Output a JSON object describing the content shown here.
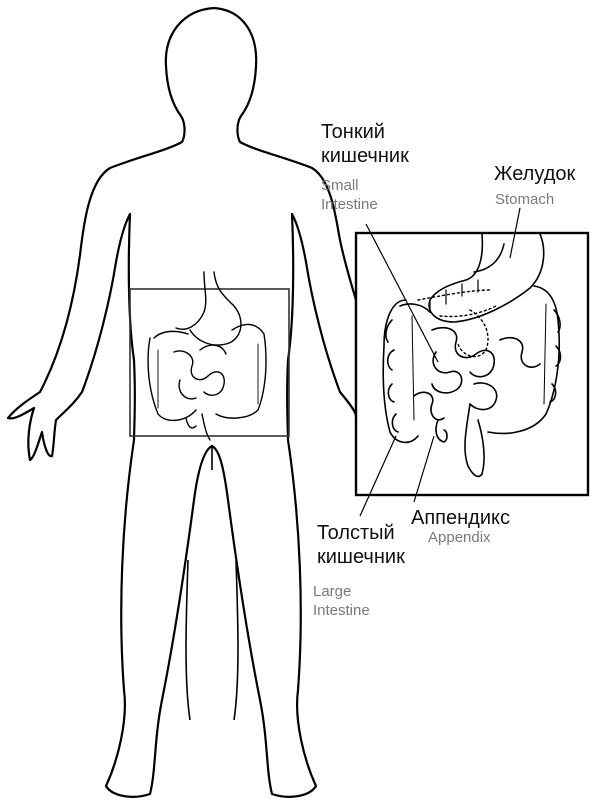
{
  "labels": {
    "small_intestine": {
      "ru": "Тонкий\nкишечник",
      "en": "Small\nIntestine"
    },
    "stomach": {
      "ru": "Желудок",
      "en": "Stomach"
    },
    "appendix": {
      "ru": "Аппендикс",
      "en": "Appendix"
    },
    "large_intestine": {
      "ru": "Толстый\nкишечник",
      "en": "Large\nIntestine"
    }
  },
  "colors": {
    "line": "#000000",
    "caption_ru": "#111111",
    "caption_en": "#7a7a7a",
    "background": "#ffffff"
  }
}
